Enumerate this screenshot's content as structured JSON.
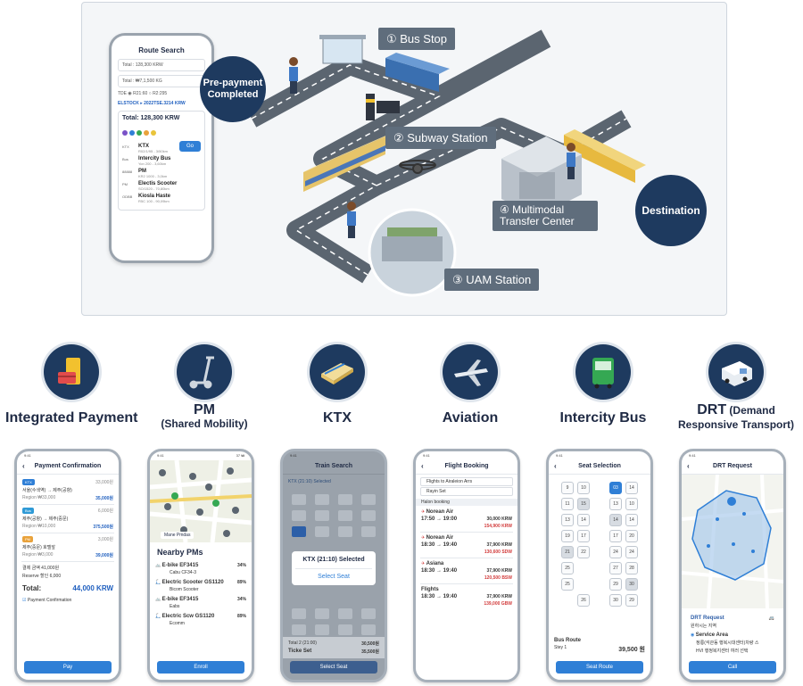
{
  "scene": {
    "phone": {
      "title": "Route Search",
      "rows": [
        "Total : 128,300 KRW",
        "Total : ₩7,1,500 KG"
      ],
      "radio": "TDE   ◉ R21:60   ○ R2:295",
      "eco": "ELSTOCK  ▸ 2022TSE.3214 KRW",
      "total": "Total: 128,300 KRW",
      "go": "Go",
      "segments": [
        {
          "tag": "KTX",
          "name": "KTX",
          "sub": "R02/1/95 - 3/50km"
        },
        {
          "tag": "Bus",
          "name": "Intercity Bus",
          "sub": "Yon 200 - 3,60km"
        },
        {
          "tag": "88888",
          "name": "PM",
          "sub": "KR2 1000 - 3,0km"
        },
        {
          "tag": "PM",
          "name": "Electis Scooter",
          "sub": "SO/1520 - 70,80km"
        },
        {
          "tag": "ODBB",
          "name": "Kiosla Haste",
          "sub": "R5C 100 - 90,09km"
        }
      ]
    },
    "prepayment": "Pre-payment Completed",
    "destination": "Destination",
    "labels": {
      "bus_stop": "① Bus Stop",
      "subway": "② Subway Station",
      "uam": "③ UAM Station",
      "transfer": "④ Multimodal Transfer Center"
    },
    "colors": {
      "navy": "#1e3a5f",
      "road": "#5b6570",
      "label": "#5f6d7c",
      "blue": "#2f7fd6"
    }
  },
  "categories": [
    {
      "title": "Integrated Payment",
      "icon": "card-phone-icon"
    },
    {
      "title": "PM",
      "subtitle": "(Shared Mobility)",
      "icon": "scooter-icon"
    },
    {
      "title": "KTX",
      "icon": "train-icon"
    },
    {
      "title": "Aviation",
      "icon": "airplane-icon"
    },
    {
      "title": "Intercity Bus",
      "icon": "bus-icon"
    },
    {
      "title": "DRT",
      "title_small": " (Demand",
      "subtitle": "Responsive Transport)",
      "icon": "van-icon"
    }
  ],
  "payment": {
    "header": "Payment Confirmation",
    "items": [
      {
        "badge": "KTX",
        "price": "33,000원",
        "route": "서울(수색역) → 제주(공항)",
        "line": "Region ₩33,000",
        "amount": "35,000원"
      },
      {
        "badge": "Bus",
        "price": "6,000원",
        "route": "제주(공항) → 제주(중문)",
        "line": "Region ₩10,000",
        "amount": "375,500원"
      },
      {
        "badge": "PM",
        "price": "3,000원",
        "route": "제주(중문) 호텔앞",
        "line": "Region ₩3,000",
        "amount": "39,000원"
      }
    ],
    "sub1": "결제 금액 41,000원",
    "sub2": "Reserve 할인 6,000",
    "total_label": "Total:",
    "total_value": "44,000 KRW",
    "confirm": "Payment Confirmation",
    "button": "Pay"
  },
  "pm": {
    "status": "37 ₩",
    "map_chip": "Mane Pmdas",
    "list_title": "Nearby PMs",
    "items": [
      {
        "name": "E-bike EF3415",
        "sub": "Cabu CF34-3",
        "pct": "34%"
      },
      {
        "name": "Electric Scooter GS1120",
        "sub": "Bicom Scooter",
        "pct": "89%"
      },
      {
        "name": "E-bike EF3415",
        "sub": "Eabs",
        "pct": "34%"
      },
      {
        "name": "Electric Scw GS1120",
        "sub": "Ecomm",
        "pct": "89%"
      }
    ],
    "button": "Enroll"
  },
  "ktx": {
    "header": "Train Search",
    "select_row": "KTX (21:10) Selected",
    "dialog_title": "KTX (21:10) Selected",
    "dialog_action": "Select Seat",
    "total_label": "Total 2 (21:00)",
    "total_value": "30,500원",
    "ticket_label": "Ticke Set",
    "ticket_value": "35,500원",
    "button": "Select Seat"
  },
  "aviation": {
    "header": "Flight Booking",
    "from": "Flights to Airaleion Arrs",
    "to": "Rayin Set",
    "tab": "Halon booking",
    "flights": [
      {
        "airline": "Norean Air",
        "time": "17:50 → 19:00",
        "price": "30,000 KRW",
        "total": "154,900 KRW"
      },
      {
        "airline": "Norean Air",
        "time": "18:30 → 19:40",
        "price": "37,900 KRW",
        "total": "130,600 SDW"
      },
      {
        "airline": "Asiana",
        "time": "18:30 → 19:40",
        "price": "37,900 KRW",
        "total": "120,500 BSW"
      },
      {
        "airline": "Flights",
        "time": "18:30 → 19:40",
        "price": "37,900 KRW",
        "total": "139,000 GBW"
      }
    ]
  },
  "bus": {
    "header": "Seat Selection",
    "seats": [
      "9",
      "10",
      "",
      "03",
      "14",
      "11",
      "15",
      "",
      "13",
      "10",
      "13",
      "14",
      "",
      "14",
      "14",
      "19",
      "17",
      "",
      "17",
      "20",
      "21",
      "22",
      "",
      "24",
      "24",
      "25",
      "",
      "",
      "27",
      "28",
      "25",
      "",
      "",
      "29",
      "30",
      "",
      "26",
      "",
      "30",
      "29"
    ],
    "route_label": "Bus Route",
    "stop": "Stey 1",
    "price": "39,500 원",
    "button": "Seat Route"
  },
  "drt": {
    "header": "DRT Request",
    "card_title": "DRT Request",
    "card_sub": "원하시는 지역",
    "service": "Service Area",
    "addr": "정릉(석관동 행복시대센터)차량 스",
    "addr2": "HVI 행정복지센터 여러 선택",
    "button": "Call"
  }
}
